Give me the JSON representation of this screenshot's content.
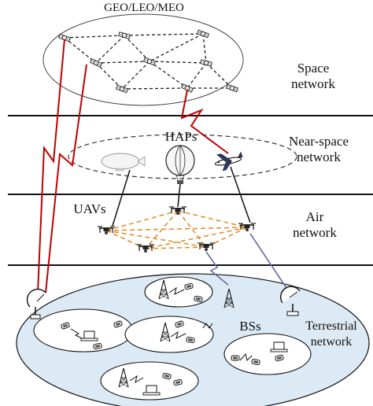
{
  "diagram": {
    "top_title": "GEO/LEO/MEO",
    "layers": [
      {
        "name_line1": "Space",
        "name_line2": "network"
      },
      {
        "name_line1": "Near-space",
        "name_line2": "network"
      },
      {
        "name_line1": "Air",
        "name_line2": "network"
      },
      {
        "name_line1": "Terrestrial",
        "name_line2": "network"
      }
    ],
    "node_labels": {
      "haps": "HAPs",
      "uavs": "UAVs",
      "bss": "BSs"
    },
    "colors": {
      "satellite_link": "#c00000",
      "uav_mesh": "#e08a2a",
      "ground_link": "#6b6ba8",
      "terrestrial_fill": "#dceaf5",
      "line": "#111111"
    }
  }
}
